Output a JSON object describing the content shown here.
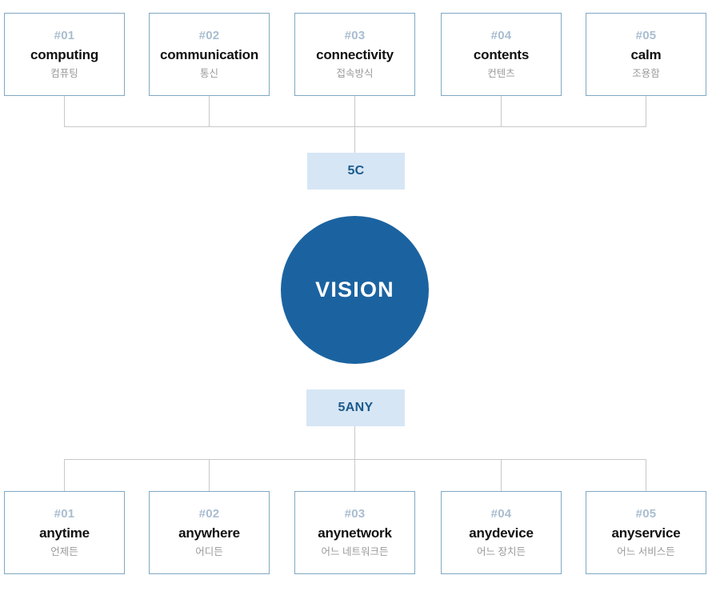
{
  "diagram": {
    "title_node": {
      "label": "VISION"
    },
    "groups": [
      {
        "badge": "5C",
        "items": [
          {
            "num": "#01",
            "en": "computing",
            "ko": "컴퓨팅"
          },
          {
            "num": "#02",
            "en": "communication",
            "ko": "통신"
          },
          {
            "num": "#03",
            "en": "connectivity",
            "ko": "접속방식"
          },
          {
            "num": "#04",
            "en": "contents",
            "ko": "컨텐츠"
          },
          {
            "num": "#05",
            "en": "calm",
            "ko": "조용함"
          }
        ]
      },
      {
        "badge": "5ANY",
        "items": [
          {
            "num": "#01",
            "en": "anytime",
            "ko": "언제든"
          },
          {
            "num": "#02",
            "en": "anywhere",
            "ko": "어디든"
          },
          {
            "num": "#03",
            "en": "anynetwork",
            "ko": "어느 네트워크든"
          },
          {
            "num": "#04",
            "en": "anydevice",
            "ko": "어느 장치든"
          },
          {
            "num": "#05",
            "en": "anyservice",
            "ko": "어느 서비스든"
          }
        ]
      }
    ],
    "colors": {
      "box_border": "#7fa8c4",
      "box_number": "#a9bdd0",
      "box_en_text": "#111111",
      "box_ko_text": "#9a9a9a",
      "badge_bg": "#d6e6f5",
      "badge_text": "#1b5a8c",
      "circle_fill": "#1b63a0",
      "circle_text": "#ffffff",
      "connector": "#c8c8c8",
      "background": "#ffffff"
    }
  }
}
